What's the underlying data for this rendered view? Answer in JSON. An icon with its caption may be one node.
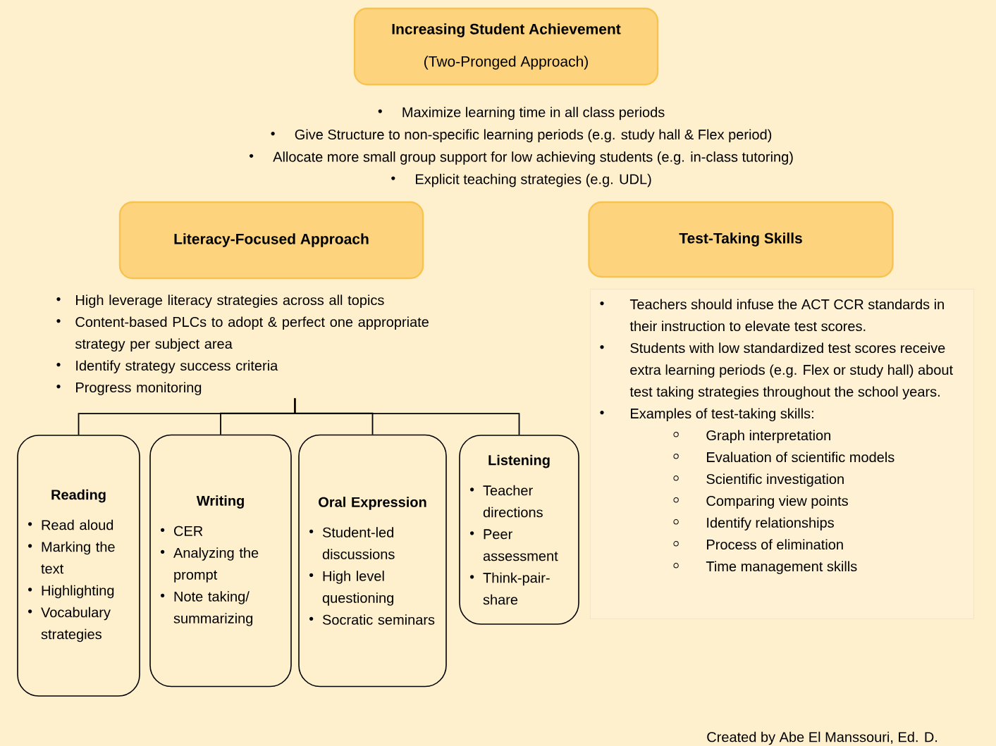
{
  "diagram": {
    "caption": "Created by Abe El Manssouri, Ed. D.",
    "nodes": [
      {
        "text": [
          "Increasing Student Achievement",
          "(Two-Pronged Approach)"
        ]
      },
      {
        "text": [
          "Literacy-Focused Approach"
        ]
      },
      {
        "text": [
          "Test-Taking Skills"
        ]
      },
      {
        "text": [
          "High leverage literacy strategies across all topics",
          "Content-based PLCs to adopt & perfect one appropriate strategy per subject area",
          "Identify strategy success criteria",
          "Progress monitoring"
        ]
      },
      {
        "text": [
          "Reading",
          "Read aloud",
          "Marking the text",
          "Highlighting",
          "Vocabulary strategies"
        ]
      },
      {
        "text": [
          "Writing",
          "CER",
          "Analyzing the prompt",
          "Note taking/ summarizing"
        ]
      },
      {
        "text": [
          "Oral Expression",
          "Student-led discussions",
          "High level questioning",
          "Socratic seminars"
        ]
      },
      {
        "text": [
          "Listening",
          "Teacher directions",
          "Peer assessment",
          "Think-pair-share"
        ]
      },
      {
        "text": [
          "Teachers should infuse the ACT CCR standards in their instruction to elevate test scores.",
          "Students with low standardized test scores receive extra learning periods (e.g. Flex or study hall) about test taking strategies throughout the school years.",
          "Examples of test-taking skills:",
          "Graph interpretation",
          "Evaluation of scientific models",
          "Scientific investigation",
          "Comparing view points",
          "Identify relationships",
          "Process of elimination",
          "Time management skills"
        ]
      }
    ],
    "edges": [
      {
        "from": 3,
        "to": 4,
        "arrow": "none"
      },
      {
        "from": 3,
        "to": 5,
        "arrow": "none"
      },
      {
        "from": 3,
        "to": 6,
        "arrow": "none"
      },
      {
        "from": 3,
        "to": 7,
        "arrow": "none"
      }
    ],
    "labels": [
      "Maximize learning time in all class periods",
      "Give Structure to non-specific learning periods (e.g. study hall & Flex period)",
      "Allocate more small group support for low achieving students (e.g. in-class tutoring)",
      "Explicit teaching strategies (e.g. UDL)"
    ]
  }
}
